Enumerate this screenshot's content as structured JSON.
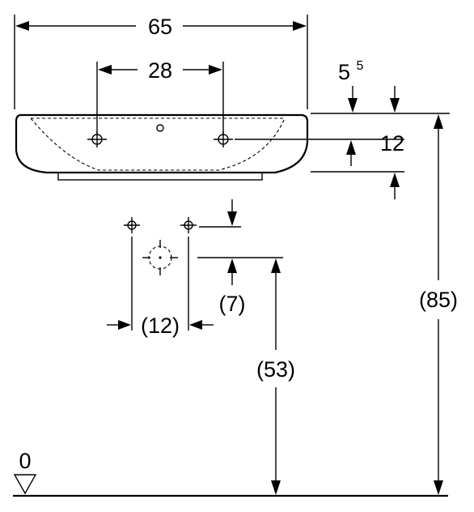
{
  "dimensions": {
    "basin_width": "65",
    "tap_hole_spacing": "28",
    "rim_thickness_main": "5",
    "rim_thickness_sup": "5",
    "overflow_height": "12",
    "connection_spacing": "(12)",
    "connection_offset": "(7)",
    "drain_height": "(53)",
    "total_height": "(85)",
    "floor_level": "0"
  }
}
